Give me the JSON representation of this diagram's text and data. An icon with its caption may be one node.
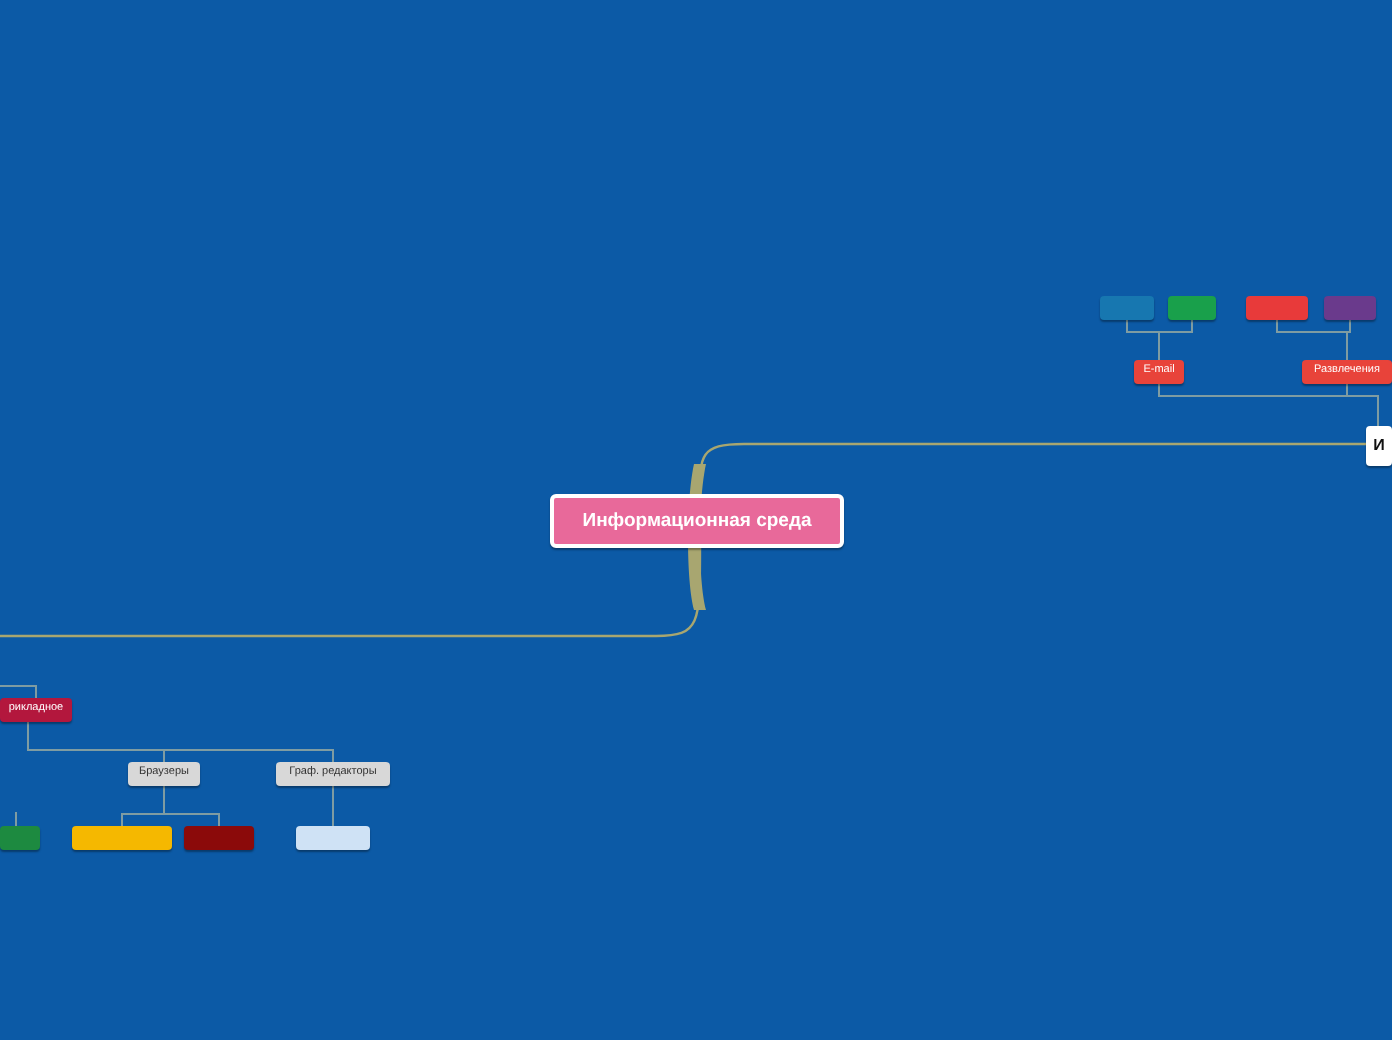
{
  "diagram": {
    "nodes": [
      {
        "text": [],
        "shape": "box"
      },
      {
        "text": [],
        "shape": "box"
      },
      {
        "text": [],
        "shape": "box"
      },
      {
        "text": [],
        "shape": "box"
      },
      {
        "text": [
          "E-mail"
        ]
      },
      {
        "text": [
          "Развлечения"
        ]
      },
      {
        "text": [
          "И"
        ]
      },
      {
        "text": [
          "Информационная среда"
        ]
      },
      {
        "text": [
          "рикладное"
        ]
      },
      {
        "text": [
          "Браузеры"
        ]
      },
      {
        "text": [
          "Граф. редакторы"
        ]
      },
      {
        "text": [],
        "shape": "box"
      },
      {
        "text": [],
        "shape": "box"
      },
      {
        "text": [],
        "shape": "box"
      },
      {
        "text": [],
        "shape": "box"
      }
    ],
    "edges": [
      {
        "from": 7,
        "to": 6,
        "arrow": "none",
        "color": "#a8a670"
      },
      {
        "from": 7,
        "to": null,
        "arrow": "none",
        "color": "#a8a670"
      },
      {
        "from": 6,
        "to": 4,
        "arrow": "none"
      },
      {
        "from": 6,
        "to": 5,
        "arrow": "none"
      },
      {
        "from": 4,
        "to": 0,
        "arrow": "none"
      },
      {
        "from": 4,
        "to": 1,
        "arrow": "none"
      },
      {
        "from": 5,
        "to": 2,
        "arrow": "none"
      },
      {
        "from": 5,
        "to": 3,
        "arrow": "none"
      },
      {
        "from": null,
        "to": 8,
        "arrow": "none"
      },
      {
        "from": 8,
        "to": 9,
        "arrow": "none"
      },
      {
        "from": 8,
        "to": 10,
        "arrow": "none"
      },
      {
        "from": null,
        "to": 11,
        "arrow": "none"
      },
      {
        "from": 9,
        "to": 12,
        "arrow": "none"
      },
      {
        "from": 9,
        "to": 13,
        "arrow": "none"
      },
      {
        "from": 10,
        "to": 14,
        "arrow": "none"
      }
    ]
  }
}
